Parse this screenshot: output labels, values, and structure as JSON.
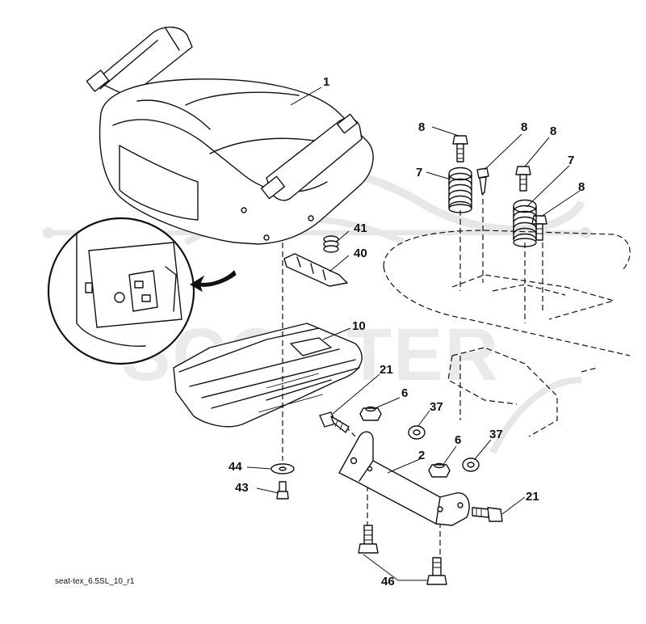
{
  "caption": "seat-tex_6.5SL_10_r1",
  "watermark_text": "SCOOTER",
  "callouts": {
    "p1": "1",
    "p8a": "8",
    "p8b": "8",
    "p8c": "8",
    "p8d": "8",
    "p7a": "7",
    "p7b": "7",
    "p41": "41",
    "p40": "40",
    "p10": "10",
    "p21a": "21",
    "p6a": "6",
    "p37a": "37",
    "p6b": "6",
    "p37b": "37",
    "p2": "2",
    "p44": "44",
    "p43": "43",
    "p21b": "21",
    "p46": "46"
  }
}
